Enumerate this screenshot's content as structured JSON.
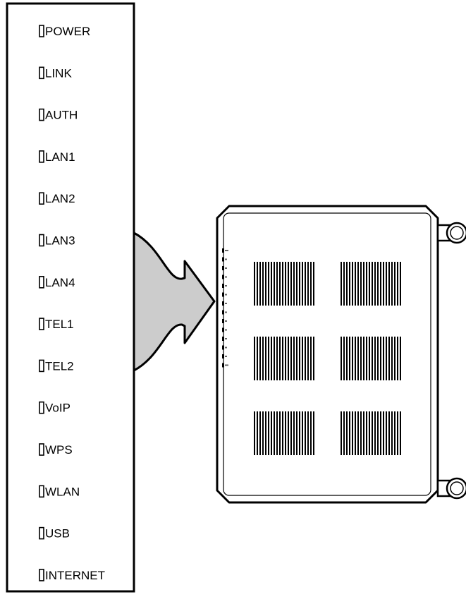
{
  "indicator_panel": {
    "leds": [
      {
        "label": "POWER"
      },
      {
        "label": "LINK"
      },
      {
        "label": "AUTH"
      },
      {
        "label": "LAN1"
      },
      {
        "label": "LAN2"
      },
      {
        "label": "LAN3"
      },
      {
        "label": "LAN4"
      },
      {
        "label": "TEL1"
      },
      {
        "label": "TEL2"
      },
      {
        "label": "VoIP"
      },
      {
        "label": "WPS"
      },
      {
        "label": "WLAN"
      },
      {
        "label": "USB"
      },
      {
        "label": "INTERNET"
      }
    ]
  },
  "colors": {
    "line": "#000000",
    "arrow_fill": "#cccccc",
    "background": "#ffffff"
  }
}
